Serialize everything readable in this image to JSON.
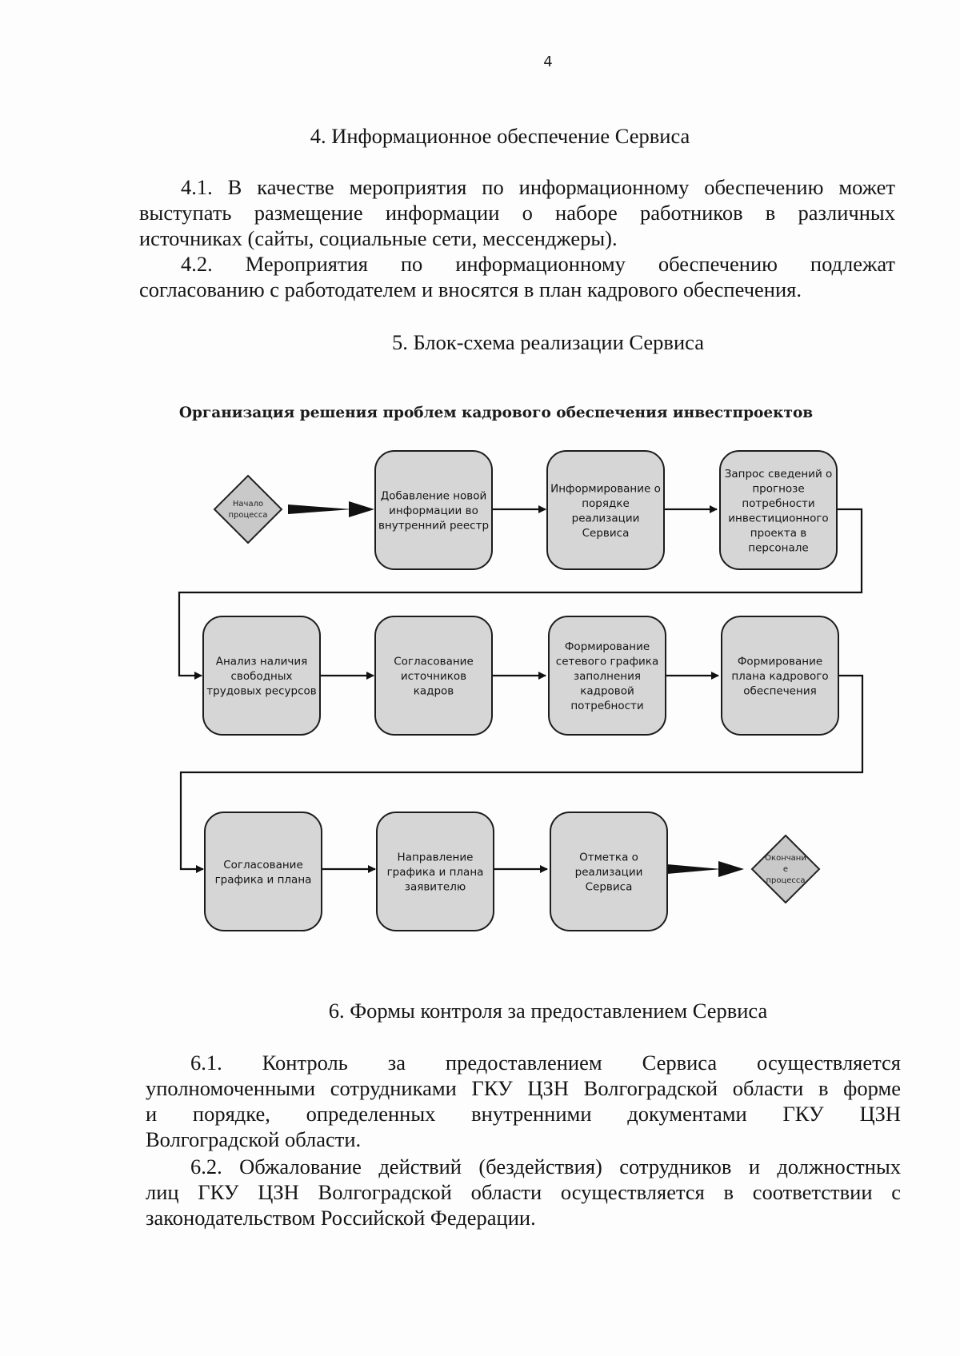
{
  "page_number": "4",
  "section4": {
    "heading": "4. Информационное обеспечение Сервиса",
    "p1_lines": [
      "4.1. В качестве мероприятия по информационному обеспечению может",
      "выступать размещение информации о наборе работников в различных",
      "источниках (сайты, социальные сети, мессенджеры)."
    ],
    "p2_lines": [
      "4.2. Мероприятия по информационному обеспечению подлежат",
      "согласованию с работодателем и вносятся в план кадрового обеспечения."
    ]
  },
  "section5": {
    "heading": "5. Блок-схема реализации Сервиса"
  },
  "flowchart": {
    "title": "Организация решения проблем кадрового обеспечения инвестпроектов",
    "start": [
      "Начало",
      "процесса"
    ],
    "end": [
      "Окончани",
      "е",
      "процесса"
    ],
    "steps": [
      [
        "Добавление новой",
        "информации во",
        "внутренний реестр"
      ],
      [
        "Информирование о",
        "порядке",
        "реализации",
        "Сервиса"
      ],
      [
        "Запрос сведений о",
        "прогнозе",
        "потребности",
        "инвестиционного",
        "проекта в",
        "персонале"
      ],
      [
        "Анализ наличия",
        "свободных",
        "трудовых ресурсов"
      ],
      [
        "Согласование",
        "источников",
        "кадров"
      ],
      [
        "Формирование",
        "сетевого графика",
        "заполнения",
        "кадровой",
        "потребности"
      ],
      [
        "Формирование",
        "плана кадрового",
        "обеспечения"
      ],
      [
        "Согласование",
        "графика и плана"
      ],
      [
        "Направление",
        "графика и плана",
        "заявителю"
      ],
      [
        "Отметка о",
        "реализации",
        "Сервиса"
      ]
    ]
  },
  "section6": {
    "heading": "6. Формы контроля за предоставлением Сервиса",
    "p1_lines": [
      "6.1. Контроль за предоставлением Сервиса осуществляется",
      "уполномоченными сотрудниками ГКУ ЦЗН Волгоградской области в форме",
      "и порядке, определенных внутренними документами ГКУ ЦЗН",
      "Волгоградской области."
    ],
    "p2_lines": [
      "6.2. Обжалование действий (бездействия) сотрудников и должностных",
      "лиц ГКУ ЦЗН Волгоградской области осуществляется в соответствии с",
      "законодательством Российской Федерации."
    ]
  }
}
